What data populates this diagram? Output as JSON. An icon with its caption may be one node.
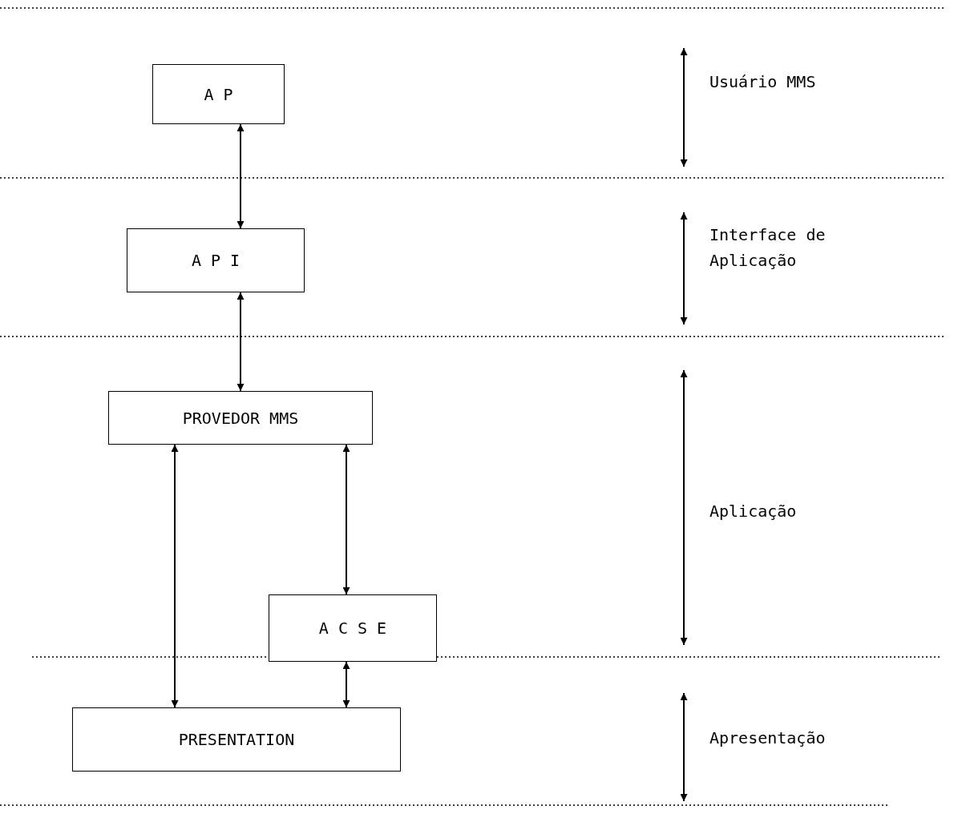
{
  "diagram": {
    "nodes": [
      {
        "text": [
          "A P"
        ]
      },
      {
        "text": [
          "A P I"
        ]
      },
      {
        "text": [
          "PROVEDOR MMS"
        ]
      },
      {
        "text": [
          "A C S E"
        ]
      },
      {
        "text": [
          "PRESENTATION"
        ]
      }
    ],
    "edges": [
      {
        "from": 0,
        "to": 1,
        "arrow": "both"
      },
      {
        "from": 1,
        "to": 2,
        "arrow": "both"
      },
      {
        "from": 2,
        "to": 4,
        "arrow": "both"
      },
      {
        "from": 2,
        "to": 3,
        "arrow": "both"
      },
      {
        "from": 3,
        "to": 4,
        "arrow": "both"
      }
    ],
    "labels": [
      "Usuário MMS",
      "Interface de Aplicação",
      "Aplicação",
      "Apresentação"
    ]
  }
}
